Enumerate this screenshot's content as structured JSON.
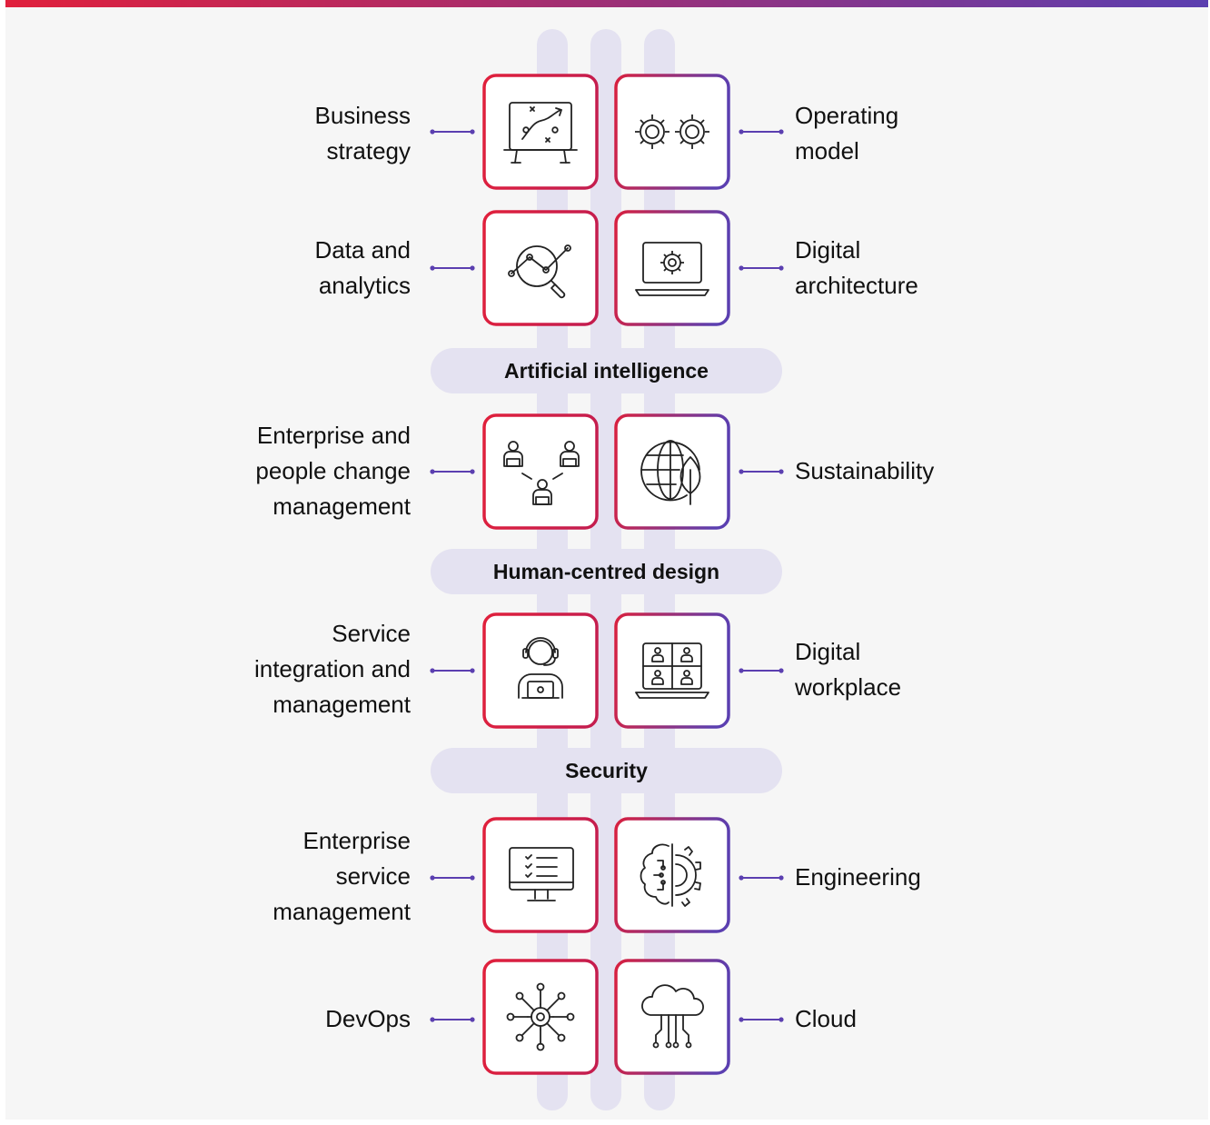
{
  "colors": {
    "gradient_start": "#e0203c",
    "gradient_end": "#5b3fb0",
    "connector": "#5b3fb0",
    "rail": "#e4e2f1",
    "background": "#f6f6f6",
    "text": "#111111"
  },
  "bands": [
    {
      "label": "Artificial intelligence"
    },
    {
      "label": "Human-centred design"
    },
    {
      "label": "Security"
    }
  ],
  "rows": [
    {
      "left": {
        "label": "Business\nstrategy",
        "icon": "strategy-board-icon"
      },
      "right": {
        "label": "Operating\nmodel",
        "icon": "gears-icon"
      }
    },
    {
      "left": {
        "label": "Data and\nanalytics",
        "icon": "magnifier-chart-icon"
      },
      "right": {
        "label": "Digital\narchitecture",
        "icon": "laptop-gear-icon"
      }
    },
    {
      "left": {
        "label": "Enterprise and\npeople change\nmanagement",
        "icon": "people-network-icon"
      },
      "right": {
        "label": "Sustainability",
        "icon": "globe-leaf-icon"
      }
    },
    {
      "left": {
        "label": "Service\nintegration and\nmanagement",
        "icon": "headset-agent-icon"
      },
      "right": {
        "label": "Digital\nworkplace",
        "icon": "video-conference-icon"
      }
    },
    {
      "left": {
        "label": "Enterprise\nservice\nmanagement",
        "icon": "monitor-checklist-icon"
      },
      "right": {
        "label": "Engineering",
        "icon": "brain-gear-icon"
      }
    },
    {
      "left": {
        "label": "DevOps",
        "icon": "gear-network-icon"
      },
      "right": {
        "label": "Cloud",
        "icon": "cloud-circuit-icon"
      }
    }
  ]
}
